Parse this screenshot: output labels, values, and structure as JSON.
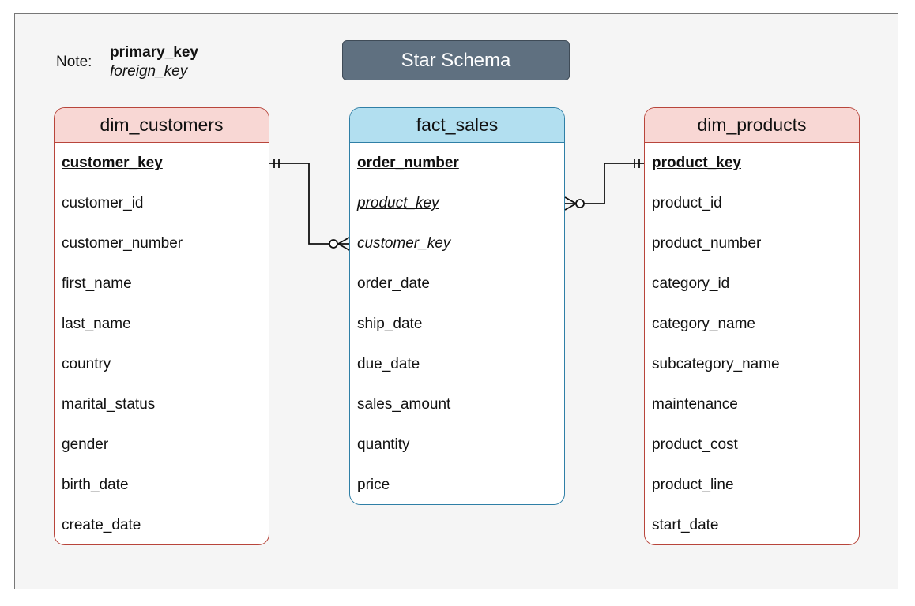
{
  "title": "Star Schema",
  "note": {
    "label": "Note:",
    "primary_key": "primary_key",
    "foreign_key": "foreign_key"
  },
  "tables": {
    "dim_customers": {
      "name": "dim_customers",
      "fields": [
        {
          "label": "customer_key",
          "kind": "pk"
        },
        {
          "label": "customer_id",
          "kind": "plain"
        },
        {
          "label": "customer_number",
          "kind": "plain"
        },
        {
          "label": "first_name",
          "kind": "plain"
        },
        {
          "label": "last_name",
          "kind": "plain"
        },
        {
          "label": "country",
          "kind": "plain"
        },
        {
          "label": "marital_status",
          "kind": "plain"
        },
        {
          "label": "gender",
          "kind": "plain"
        },
        {
          "label": "birth_date",
          "kind": "plain"
        },
        {
          "label": "create_date",
          "kind": "plain"
        }
      ]
    },
    "fact_sales": {
      "name": "fact_sales",
      "fields": [
        {
          "label": "order_number",
          "kind": "pk"
        },
        {
          "label": "product_key",
          "kind": "fk"
        },
        {
          "label": "customer_key",
          "kind": "fk"
        },
        {
          "label": "order_date",
          "kind": "plain"
        },
        {
          "label": "ship_date",
          "kind": "plain"
        },
        {
          "label": "due_date",
          "kind": "plain"
        },
        {
          "label": "sales_amount",
          "kind": "plain"
        },
        {
          "label": "quantity",
          "kind": "plain"
        },
        {
          "label": "price",
          "kind": "plain"
        }
      ]
    },
    "dim_products": {
      "name": "dim_products",
      "fields": [
        {
          "label": "product_key",
          "kind": "pk"
        },
        {
          "label": "product_id",
          "kind": "plain"
        },
        {
          "label": "product_number",
          "kind": "plain"
        },
        {
          "label": "category_id",
          "kind": "plain"
        },
        {
          "label": "category_name",
          "kind": "plain"
        },
        {
          "label": "subcategory_name",
          "kind": "plain"
        },
        {
          "label": "maintenance",
          "kind": "plain"
        },
        {
          "label": "product_cost",
          "kind": "plain"
        },
        {
          "label": "product_line",
          "kind": "plain"
        },
        {
          "label": "start_date",
          "kind": "plain"
        }
      ]
    }
  },
  "relationships": [
    {
      "from": "dim_customers.customer_key",
      "to": "fact_sales.customer_key",
      "one_end": "one-and-only-one",
      "many_end": "zero-or-many"
    },
    {
      "from": "dim_products.product_key",
      "to": "fact_sales.product_key",
      "one_end": "one-and-only-one",
      "many_end": "zero-or-many"
    }
  ],
  "colors": {
    "dim_header": "#f8d7d4",
    "dim_border": "#b8453b",
    "fact_header": "#b2dff0",
    "fact_border": "#2f7fa6",
    "title_box": "#5f7080"
  }
}
